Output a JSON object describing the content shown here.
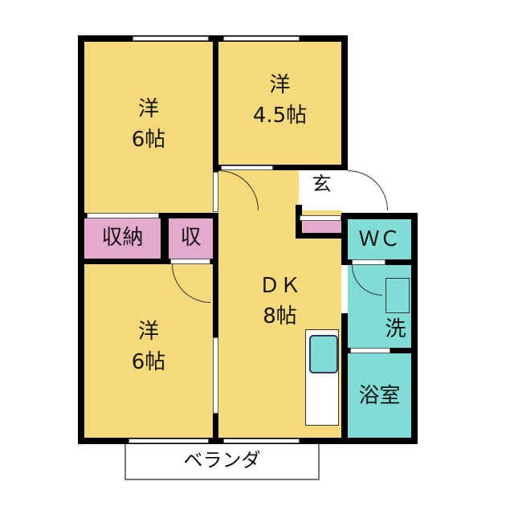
{
  "rooms": {
    "western_top_left": {
      "type": "洋",
      "size": "6帖"
    },
    "western_top_right": {
      "type": "洋",
      "size": "4.5帖"
    },
    "western_bottom_left": {
      "type": "洋",
      "size": "6帖"
    },
    "dk": {
      "type": "ＤＫ",
      "size": "8帖"
    },
    "closet_large": "収納",
    "closet_small": "収",
    "entrance": "玄",
    "wc": "ＷＣ",
    "washroom": "洗",
    "bathroom": "浴室",
    "balcony": "ベランダ"
  },
  "colors": {
    "western": "#f6d97a",
    "wet": "#80dcd4",
    "storage": "#e3aacd",
    "wall": "#000000"
  }
}
